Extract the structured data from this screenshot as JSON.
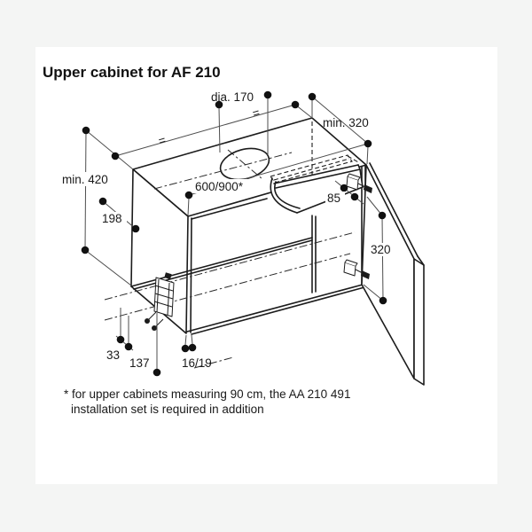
{
  "title": "Upper cabinet for AF 210",
  "footnote": {
    "line1": "* for upper cabinets measuring 90 cm, the AA 210 491",
    "line2": "installation set is required in addition"
  },
  "labels": {
    "hole_diameter": "dia. 170",
    "min_depth": "min. 320",
    "min_height": "min. 420",
    "front_height": "198",
    "cabinet_width": "600/900*",
    "hinge_offset": "85",
    "hinge_spacing": "320",
    "bottom_offset": "33",
    "hinge_bottom_offset": "137",
    "panel_thickness": "16/19",
    "equal_left": "=",
    "equal_right": "="
  },
  "colors": {
    "background": "#f4f5f4",
    "panel": "#ffffff",
    "line": "#1c1c1c",
    "dimension_line": "#4d4d4d",
    "dot": "#111111"
  }
}
